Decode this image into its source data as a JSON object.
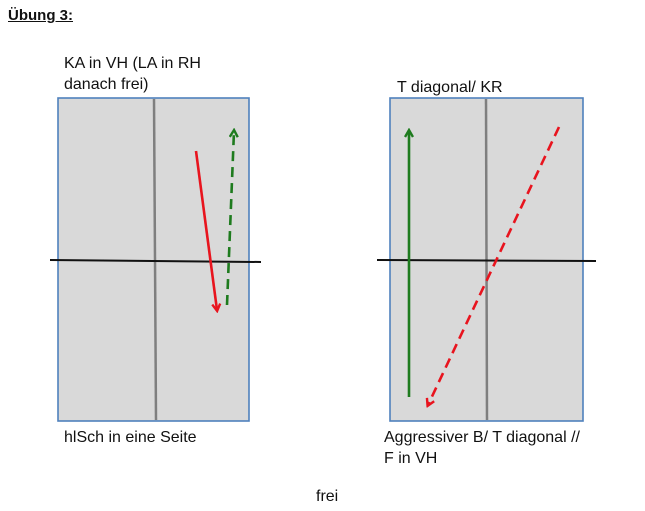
{
  "heading": "Übung 3:",
  "left_drill": {
    "top_caption_line1": "KA in VH (LA in RH",
    "top_caption_line2": "danach frei)",
    "bottom_caption": "hlSch in eine Seite"
  },
  "right_drill": {
    "top_caption": "T diagonal/ KR",
    "bottom_caption_line1": "Aggressiver B/ T diagonal //",
    "bottom_caption_line2": "F in VH"
  },
  "footer": "frei",
  "colors": {
    "court_fill": "#d9d9d9",
    "court_border": "#4f81bd",
    "center_line": "#7f7f7f",
    "net": "#111111",
    "red_arrow": "#e8141e",
    "green_arrow": "#1e7b1e"
  }
}
